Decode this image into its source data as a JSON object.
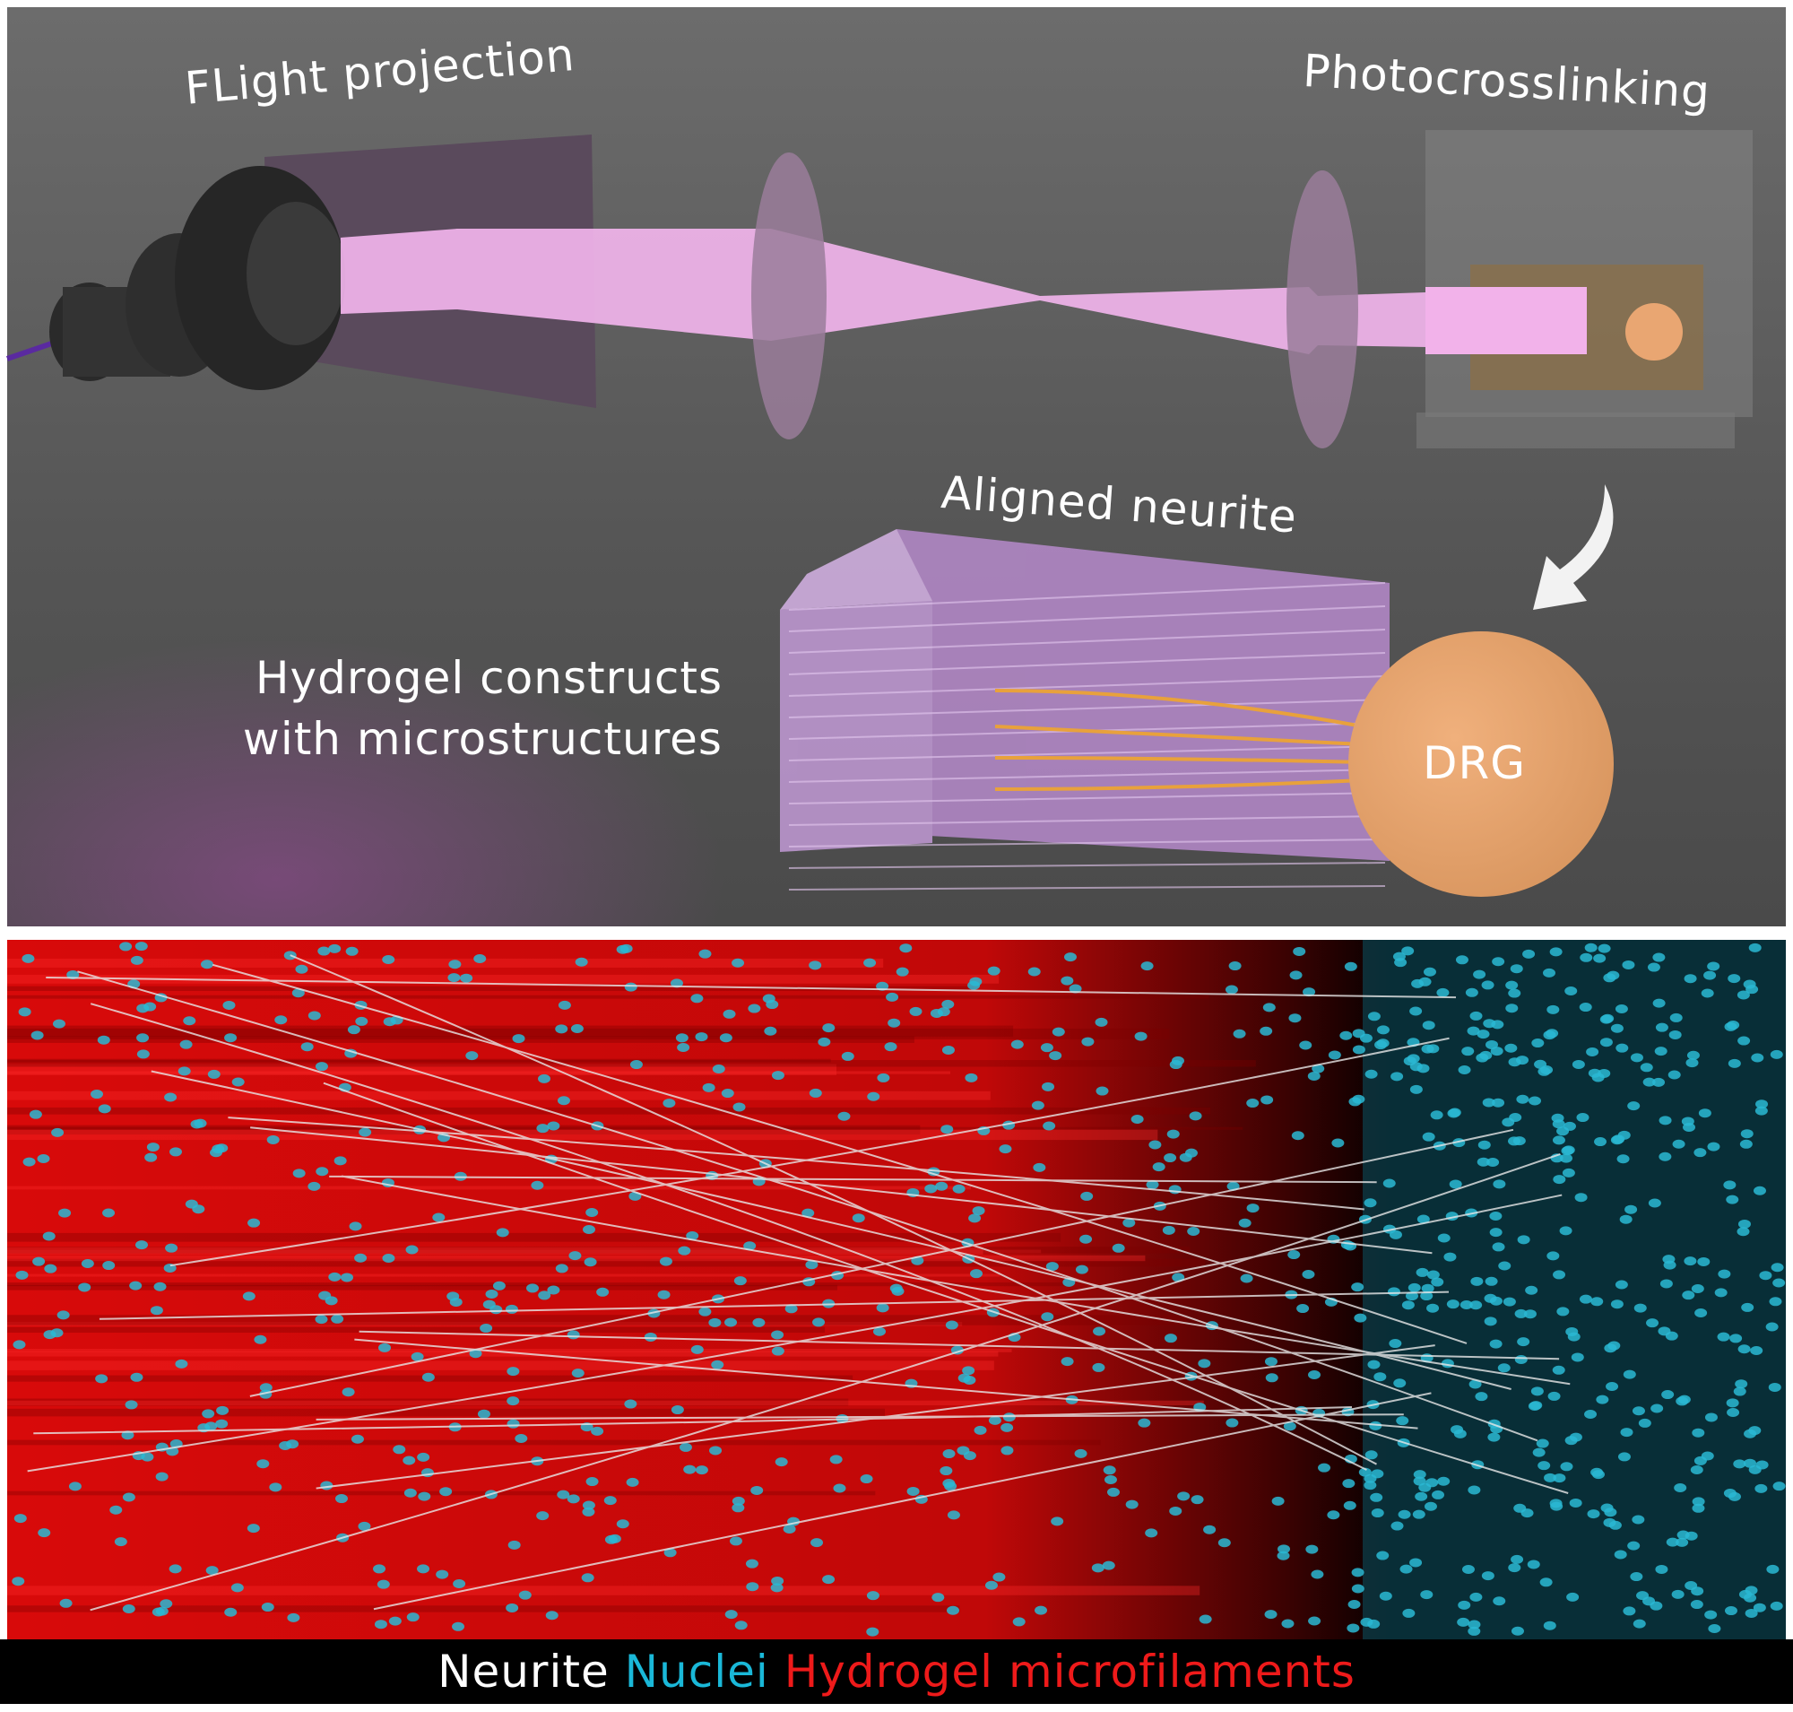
{
  "diagram": {
    "labels": {
      "flight_projection": "FLight projection",
      "photocrosslinking": "Photocrosslinking",
      "aligned_neurite": "Aligned neurite",
      "hydrogel_line1": "Hydrogel constructs",
      "hydrogel_line2": "with microstructures",
      "drg": "DRG"
    },
    "colors": {
      "beam": "#f4b6ee",
      "drg": "#e9a672",
      "background": "#6a6a6a"
    }
  },
  "micrograph": {
    "legend": [
      {
        "text": "Neurite",
        "color": "#ffffff"
      },
      {
        "text": "Nuclei",
        "color": "#1ab8d8"
      },
      {
        "text": "Hydrogel microfilaments",
        "color": "#ee1a1a"
      }
    ]
  }
}
